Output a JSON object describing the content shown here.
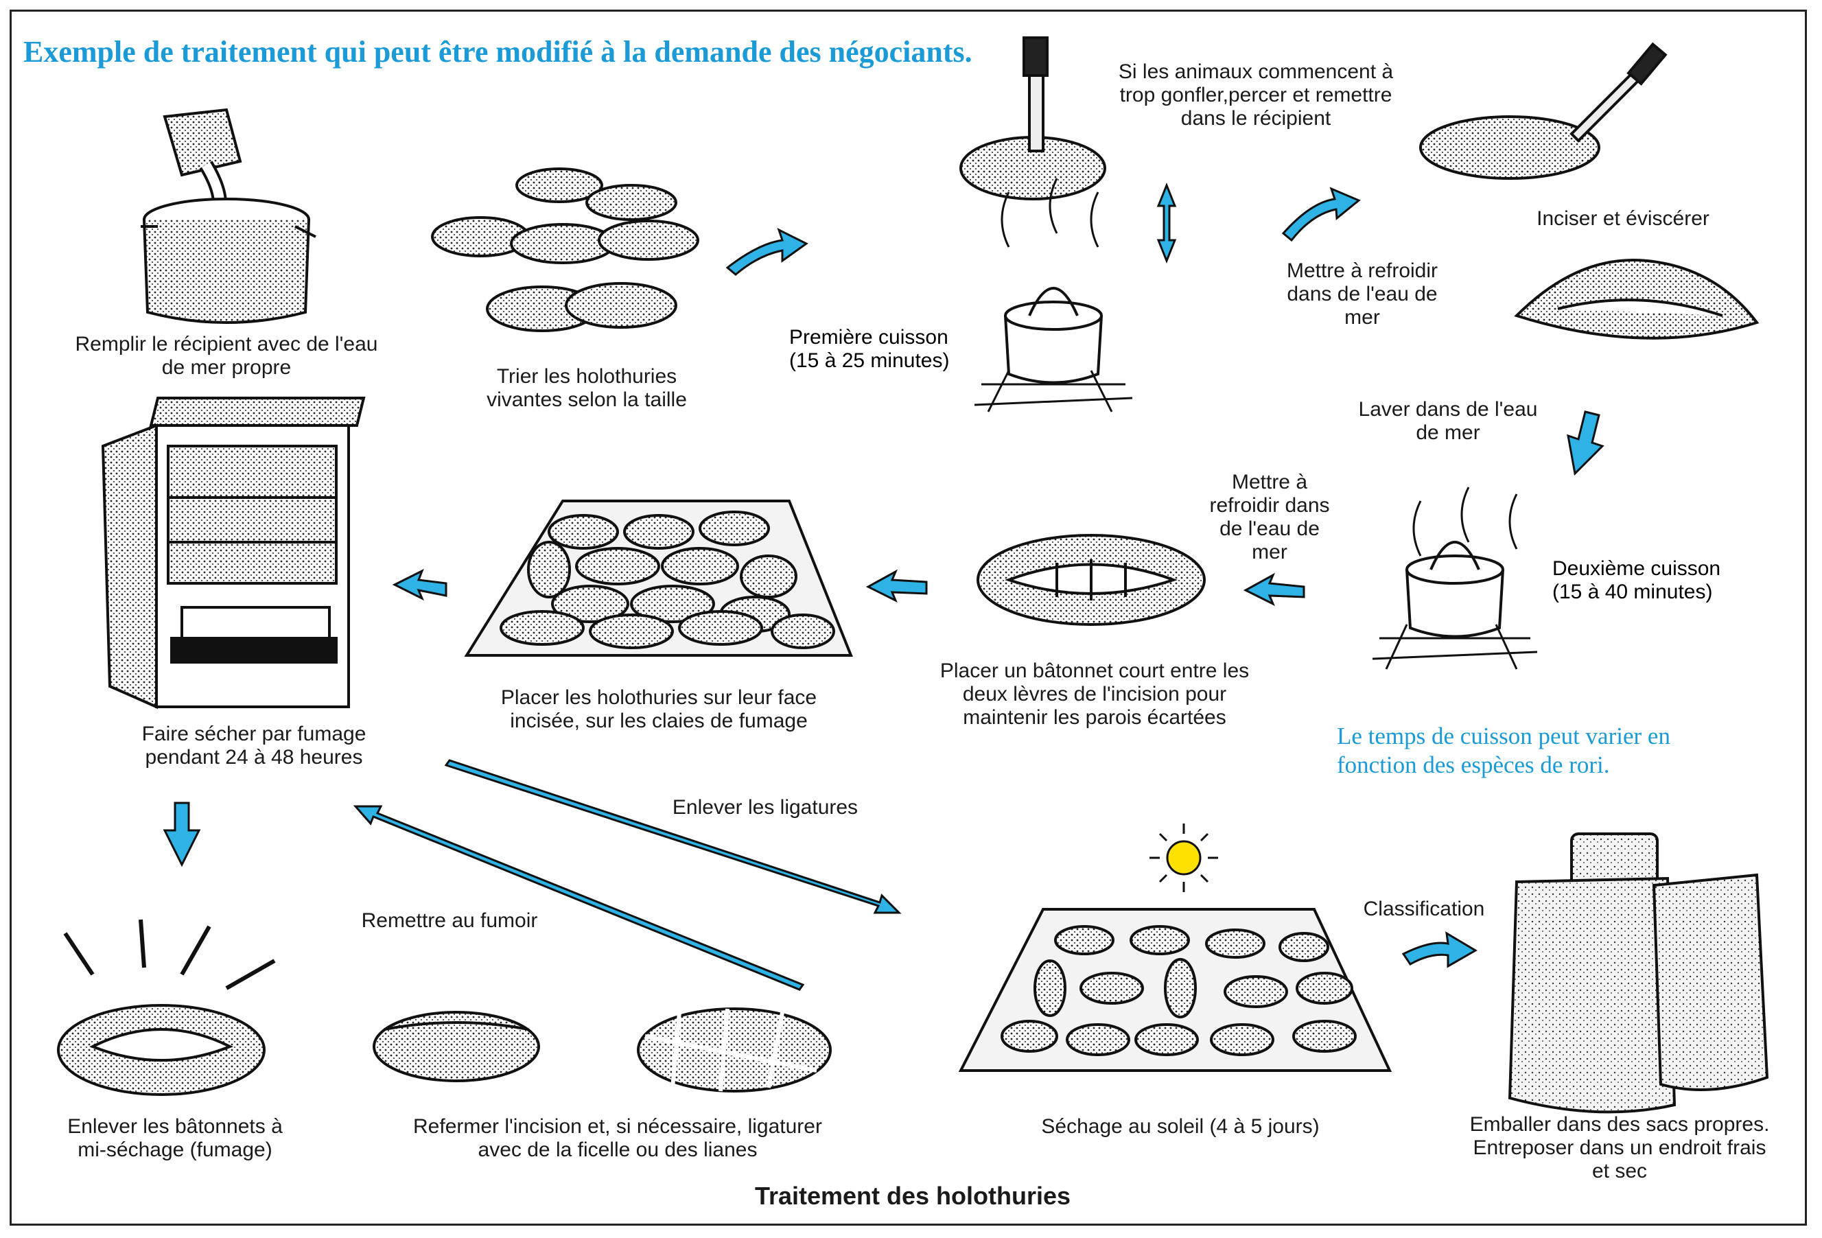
{
  "title": "Exemple de traitement qui peut être modifié à la demande des négociants.",
  "footer_title": "Traitement des holothuries",
  "cooking_note": "Le temps de cuisson peut varier en\nfonction des espèces de rori.",
  "colors": {
    "arrow": "#2fb3e6",
    "arrow_outline": "#111111",
    "title": "#1a9ad6",
    "sun": "#ffe100",
    "ink": "#1a1a1a"
  },
  "steps": {
    "fill_pot": "Remplir le récipient avec de l'eau\nde mer propre",
    "sort": "Trier les holothuries\nvivantes selon la taille",
    "first_cook": "Première cuisson\n(15 à 25 minutes)",
    "swell": "Si les animaux commencent à\ntrop gonfler,percer et remettre\ndans le récipient",
    "cool_sea_1": "Mettre à refroidir\ndans de l'eau de\nmer",
    "incise": "Inciser et éviscérer",
    "wash": "Laver dans de l'eau\nde mer",
    "second_cook": "Deuxième cuisson\n(15 à 40 minutes)",
    "cool_sea_2": "Mettre à\nrefroidir dans\nde l'eau de\nmer",
    "stick": "Placer un bâtonnet court entre les\ndeux lèvres de l'incision pour\nmaintenir les parois écartées",
    "place_racks": "Placer les holothuries sur leur face\nincisée, sur les claies de fumage",
    "smoke": "Faire sécher par fumage\npendant 24 à 48 heures",
    "remove_ligatures": "Enlever les ligatures",
    "back_to_smoker": "Remettre au fumoir",
    "remove_sticks": "Enlever les bâtonnets à\nmi-séchage (fumage)",
    "close_incision": "Refermer l'incision et, si nécessaire, ligaturer\navec de la ficelle ou des lianes",
    "sun_dry": "Séchage au soleil (4 à 5 jours)",
    "classification": "Classification",
    "pack": "Emballer dans des sacs propres.\nEntreposer dans un endroit frais\net sec"
  },
  "icons": [
    "pot-pour-icon",
    "holothurians-icon",
    "cooking-fire-icon",
    "knife-icon",
    "gutted-holothurian-icon",
    "smoker-cabinet-icon",
    "tray-icon",
    "sun-icon",
    "sacks-icon",
    "arrow-icon"
  ]
}
